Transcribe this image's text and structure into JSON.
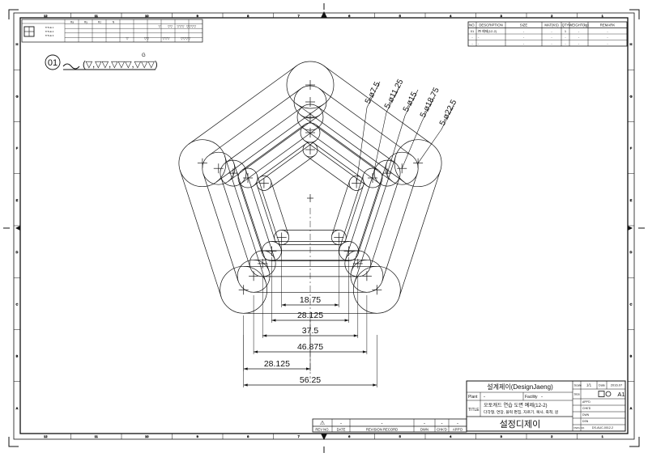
{
  "border": {
    "top_numbers": [
      "12",
      "11",
      "10",
      "9",
      "8",
      "7",
      "6",
      "5",
      "4",
      "3",
      "2",
      "1"
    ],
    "bottom_numbers": [
      "12",
      "11",
      "10",
      "9",
      "8",
      "7",
      "6",
      "5",
      "4",
      "3",
      "2",
      "1"
    ],
    "side_letters": [
      "H",
      "G",
      "F",
      "E",
      "D",
      "C",
      "B",
      "A"
    ]
  },
  "symbol_table": {
    "rows": [
      "TITLE 1",
      "TITLE 2",
      "TITLE 3"
    ],
    "grades": [
      "Ra",
      "Ry",
      "Rz",
      "N"
    ],
    "symbols": [
      "▽",
      "▽▽",
      "▽▽▽",
      "▽▽▽▽"
    ]
  },
  "surface_note": {
    "index": "01",
    "symbol_text": "(▽,▽▽,▽▽▽,▽▽▽)",
    "superscript": "G"
  },
  "parts_list": {
    "headers": [
      "NO.",
      "DESCRIPTION",
      "SIZE",
      "MAT(KS)",
      "QTY",
      "WEIGHT(kg)",
      "REMARK"
    ],
    "rows": [
      [
        "01",
        "㈜ 예제(12-2)",
        "-",
        "-",
        "1",
        "-",
        "-"
      ],
      [
        "-",
        "-",
        "-",
        "-",
        "-",
        "-",
        "-"
      ],
      [
        "-",
        "-",
        "-",
        "-",
        "-",
        "-",
        "-"
      ]
    ]
  },
  "callouts": [
    "5-ø7.5",
    "5-ø11.25",
    "5-ø15",
    "5-ø18.75",
    "5-ø22.5"
  ],
  "dimensions": [
    "18.75",
    "28.125",
    "37.5",
    "46.875",
    "28.125",
    "56.25"
  ],
  "revision": {
    "headers": [
      "REV NO.",
      "DATE",
      "REVISION RECORD",
      "DWN",
      "CHK'D",
      "APP'D"
    ],
    "row": [
      "⚠",
      "-",
      "-",
      "-",
      "-",
      "-"
    ]
  },
  "title_block": {
    "company": "설계제이(DesignJaeng)",
    "scale_label": "Scale",
    "scale_value": "1/1",
    "date_label": "Date",
    "date_value": "2016.07",
    "plant_label": "Plant",
    "plant_value": "-",
    "facility_label": "Facility",
    "facility_value": "-",
    "size_label": "Size",
    "size_value": "A1",
    "title_label": "TITLE",
    "title_line1": "오토캐드 연습 도면 예제(12-2)",
    "title_line2": "다각형, 연장, 블럭 편집, 자르기, 복사, 축척, 원",
    "approvals": [
      "APP'D",
      "CHK'D",
      "DWN",
      "DSN"
    ],
    "logo_text": "설정디제이",
    "dwg_label": "DWG NO.",
    "dwg_value": "DS-AUC-0012-2"
  },
  "colors": {
    "ink": "#111111",
    "paper": "#ffffff"
  }
}
